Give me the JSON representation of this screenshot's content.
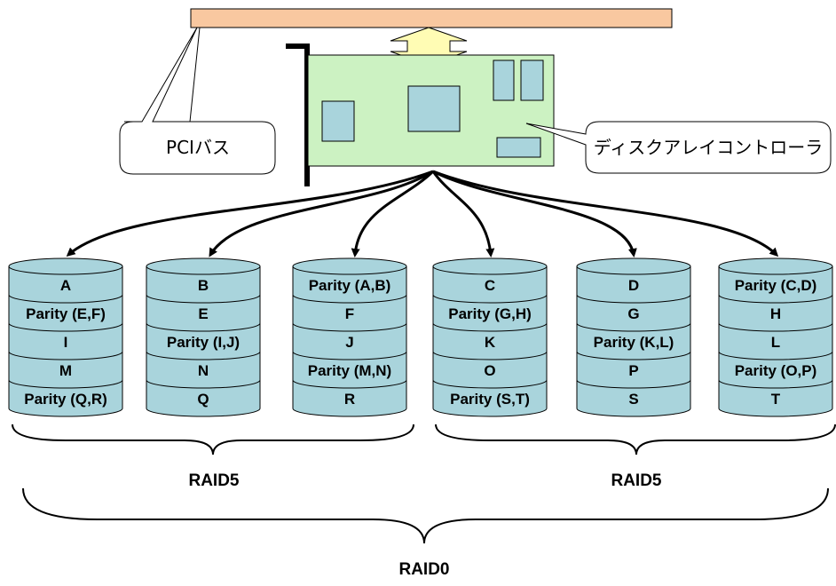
{
  "bus": {
    "label": "PCIバス"
  },
  "controller": {
    "label": "ディスクアレイコントローラ"
  },
  "colors": {
    "bus": "#f9c8a0",
    "card": "#ccf2c2",
    "chip": "#a9d4dc",
    "disk": "#a9d4dc",
    "arrow_fill": "#fffcb4"
  },
  "disks": [
    {
      "stripes": [
        "A",
        "Parity (E,F)",
        "I",
        "M",
        "Parity (Q,R)"
      ]
    },
    {
      "stripes": [
        "B",
        "E",
        "Parity (I,J)",
        "N",
        "Q"
      ]
    },
    {
      "stripes": [
        "Parity (A,B)",
        "F",
        "J",
        "Parity (M,N)",
        "R"
      ]
    },
    {
      "stripes": [
        "C",
        "Parity (G,H)",
        "K",
        "O",
        "Parity (S,T)"
      ]
    },
    {
      "stripes": [
        "D",
        "G",
        "Parity (K,L)",
        "P",
        "S"
      ]
    },
    {
      "stripes": [
        "Parity (C,D)",
        "H",
        "L",
        "Parity (O,P)",
        "T"
      ]
    }
  ],
  "groups": [
    {
      "label": "RAID5"
    },
    {
      "label": "RAID5"
    }
  ],
  "overall": {
    "label": "RAID0"
  }
}
